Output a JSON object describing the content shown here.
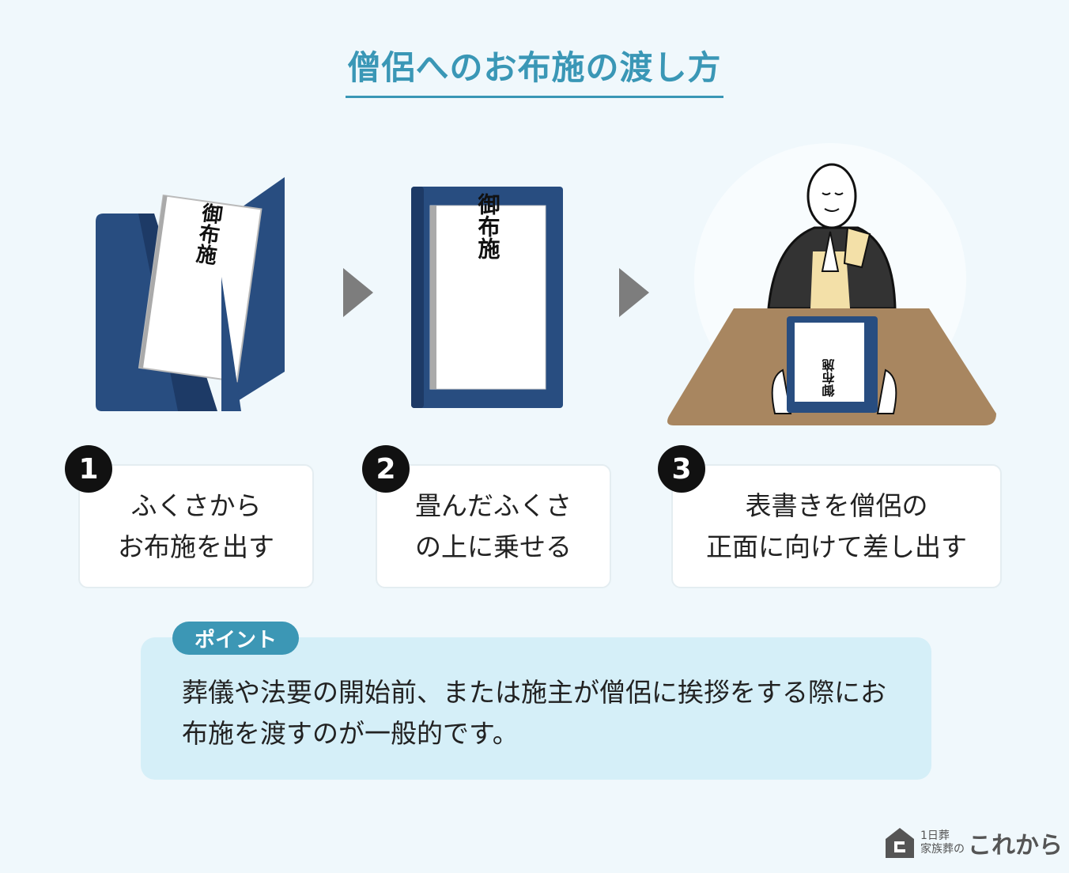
{
  "title": "僧侶へのお布施の渡し方",
  "envelope_text": "御布施",
  "steps": [
    {
      "number": "1",
      "line1": "ふくさから",
      "line2": "お布施を出す"
    },
    {
      "number": "2",
      "line1": "畳んだふくさ",
      "line2": "の上に乗せる"
    },
    {
      "number": "3",
      "line1": "表書きを僧侶の",
      "line2": "正面に向けて差し出す"
    }
  ],
  "point": {
    "label": "ポイント",
    "text": "葬儀や法要の開始前、または施主が僧侶に挨拶をする際にお布施を渡すのが一般的です。"
  },
  "logo": {
    "line1": "1日葬",
    "line2": "家族葬の",
    "brand": "これから"
  },
  "colors": {
    "accent": "#3a97b6",
    "fukusa": "#284d80",
    "table": "#a88660",
    "point_bg": "#d5eff8"
  }
}
